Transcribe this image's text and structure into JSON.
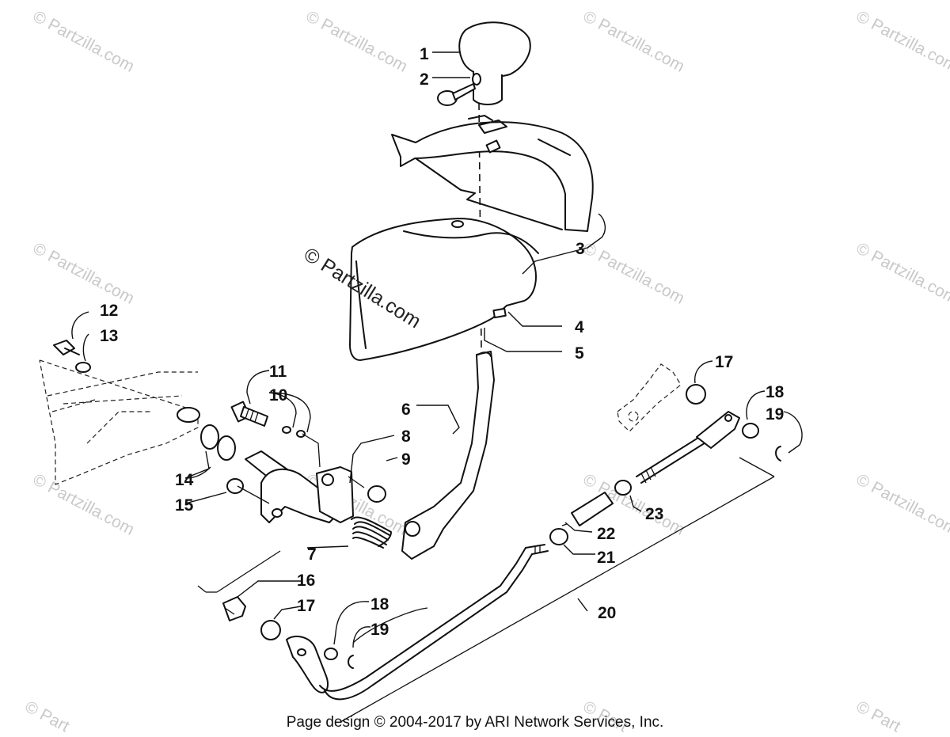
{
  "watermark": {
    "main_text": "© Partzilla.com",
    "tile_text": "© Partzilla.com",
    "tile_partial_text": "© Part"
  },
  "callouts": [
    "1",
    "2",
    "3",
    "4",
    "5",
    "6",
    "7",
    "8",
    "9",
    "10",
    "11",
    "12",
    "13",
    "14",
    "15",
    "16",
    "17",
    "17",
    "18",
    "18",
    "19",
    "19",
    "20",
    "21",
    "22",
    "23"
  ],
  "footer": {
    "copyright": "Page design © 2004-2017 by ARI Network Services, Inc."
  },
  "colors": {
    "line": "#111111",
    "watermark": "#c9c9c9",
    "background": "#ffffff"
  }
}
